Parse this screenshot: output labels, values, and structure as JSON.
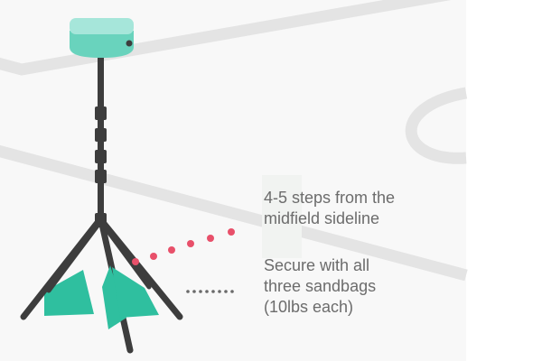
{
  "callouts": {
    "steps": {
      "lines": [
        "4-5 steps from the",
        "midfield sideline"
      ]
    },
    "sandbags": {
      "lines": [
        "Secure with all",
        "three sandbags",
        "(10lbs each)"
      ]
    }
  },
  "colors": {
    "background": "#ffffff",
    "field_panel": "#f8f8f8",
    "field_lines": "#e4e4e4",
    "tripod": "#3d3d3d",
    "camera_head": "#69d3bd",
    "camera_top": "#a6e6da",
    "sandbag": "#2fbf9f",
    "distance_marker": "#e8506a",
    "sandbag_marker": "#6a6a6a",
    "text": "#6c6c6c"
  },
  "icons": {
    "camera": "camera-head-icon",
    "tripod": "tripod-icon",
    "sandbag": "sandbag-icon"
  }
}
